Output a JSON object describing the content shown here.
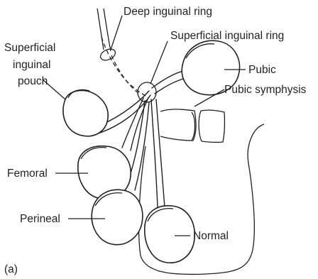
{
  "labels": {
    "deep_ring": "Deep inguinal ring",
    "superficial_ring": "Superficial inguinal ring",
    "superficial_pouch_line1": "Superficial",
    "superficial_pouch_line2": "inguinal",
    "superficial_pouch_line3": "pouch",
    "pubic": "Pubic",
    "pubic_symphysis": "Pubic symphysis",
    "femoral": "Femoral",
    "perineal": "Perineal",
    "normal": "Normal",
    "panel": "(a)"
  },
  "colors": {
    "ink": "#231f20",
    "background": "#ffffff"
  }
}
